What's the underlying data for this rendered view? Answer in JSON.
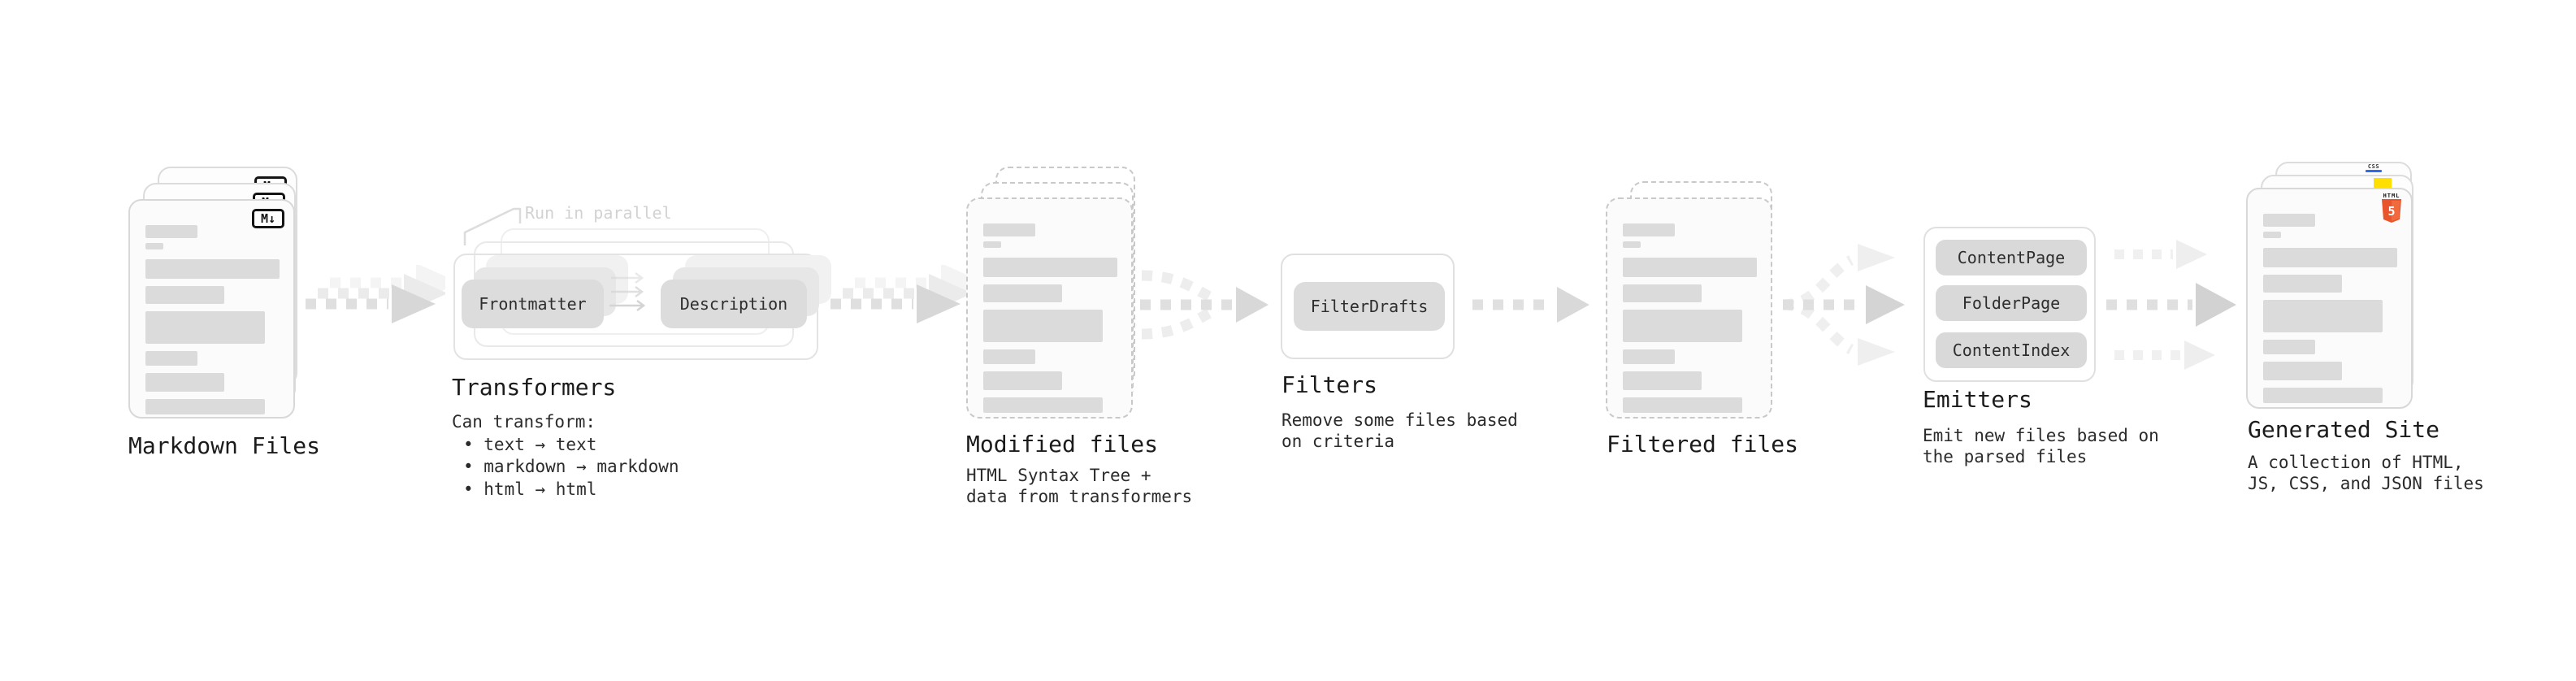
{
  "stages": {
    "markdown_files": {
      "label": "Markdown Files",
      "badge": "M↓"
    },
    "transformers": {
      "label": "Transformers",
      "callout": "Run in parallel",
      "source_pill": "Frontmatter",
      "target_pill": "Description",
      "desc_title": "Can transform:",
      "bullets": [
        "• text → text",
        "• markdown → markdown",
        "• html → html"
      ]
    },
    "modified_files": {
      "label": "Modified files",
      "desc_lines": [
        "HTML Syntax Tree +",
        "data from transformers"
      ]
    },
    "filters": {
      "label": "Filters",
      "pill": "FilterDrafts",
      "desc_lines": [
        "Remove some files based",
        "on criteria"
      ]
    },
    "filtered_files": {
      "label": "Filtered files"
    },
    "emitters": {
      "label": "Emitters",
      "pills": [
        "ContentPage",
        "FolderPage",
        "ContentIndex"
      ],
      "desc_lines": [
        "Emit new files based on",
        "the parsed files"
      ]
    },
    "generated_site": {
      "label": "Generated Site",
      "desc_lines": [
        "A collection of HTML,",
        "JS, CSS, and JSON files"
      ],
      "html5_badge_top": "HTML",
      "html5_badge_number": "5",
      "css_badge": "CSS"
    }
  },
  "colors": {
    "html5_orange": "#E8542C",
    "js_yellow": "#FFDF00",
    "css_blue": "#2E6BF0",
    "arrow_dark": "#DFDFDF",
    "arrow_light": "#EDEDED",
    "pill_gray": "#DCDCDC"
  }
}
